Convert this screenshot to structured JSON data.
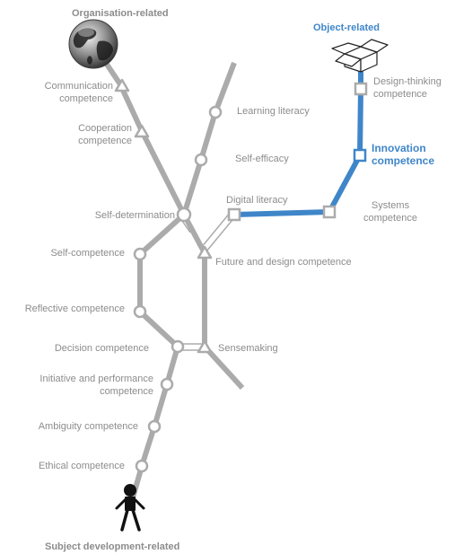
{
  "headers": {
    "organisation": "Organisation-related",
    "object": "Object-related",
    "subject": "Subject development-related"
  },
  "stations": {
    "communication": "Communication competence",
    "cooperation": "Cooperation competence",
    "self_determination": "Self-determination",
    "self_competence": "Self-competence",
    "reflective": "Reflective competence",
    "decision": "Decision competence",
    "initiative": "Initiative and performance competence",
    "ambiguity": "Ambiguity competence",
    "ethical": "Ethical competence",
    "learning_literacy": "Learning literacy",
    "self_efficacy": "Self-efficacy",
    "digital_literacy": "Digital literacy",
    "future_design": "Future and design competence",
    "sensemaking": "Sensemaking",
    "systems": "Systems competence",
    "innovation": "Innovation competence",
    "design_thinking": "Design-thinking competence"
  },
  "colors": {
    "line_gray": "#ababab",
    "line_blue": "#3f86c9",
    "label_gray": "#8c8c8c"
  },
  "icons": {
    "organisation": "globe-icon",
    "object": "open-box-icon",
    "subject": "person-icon"
  }
}
